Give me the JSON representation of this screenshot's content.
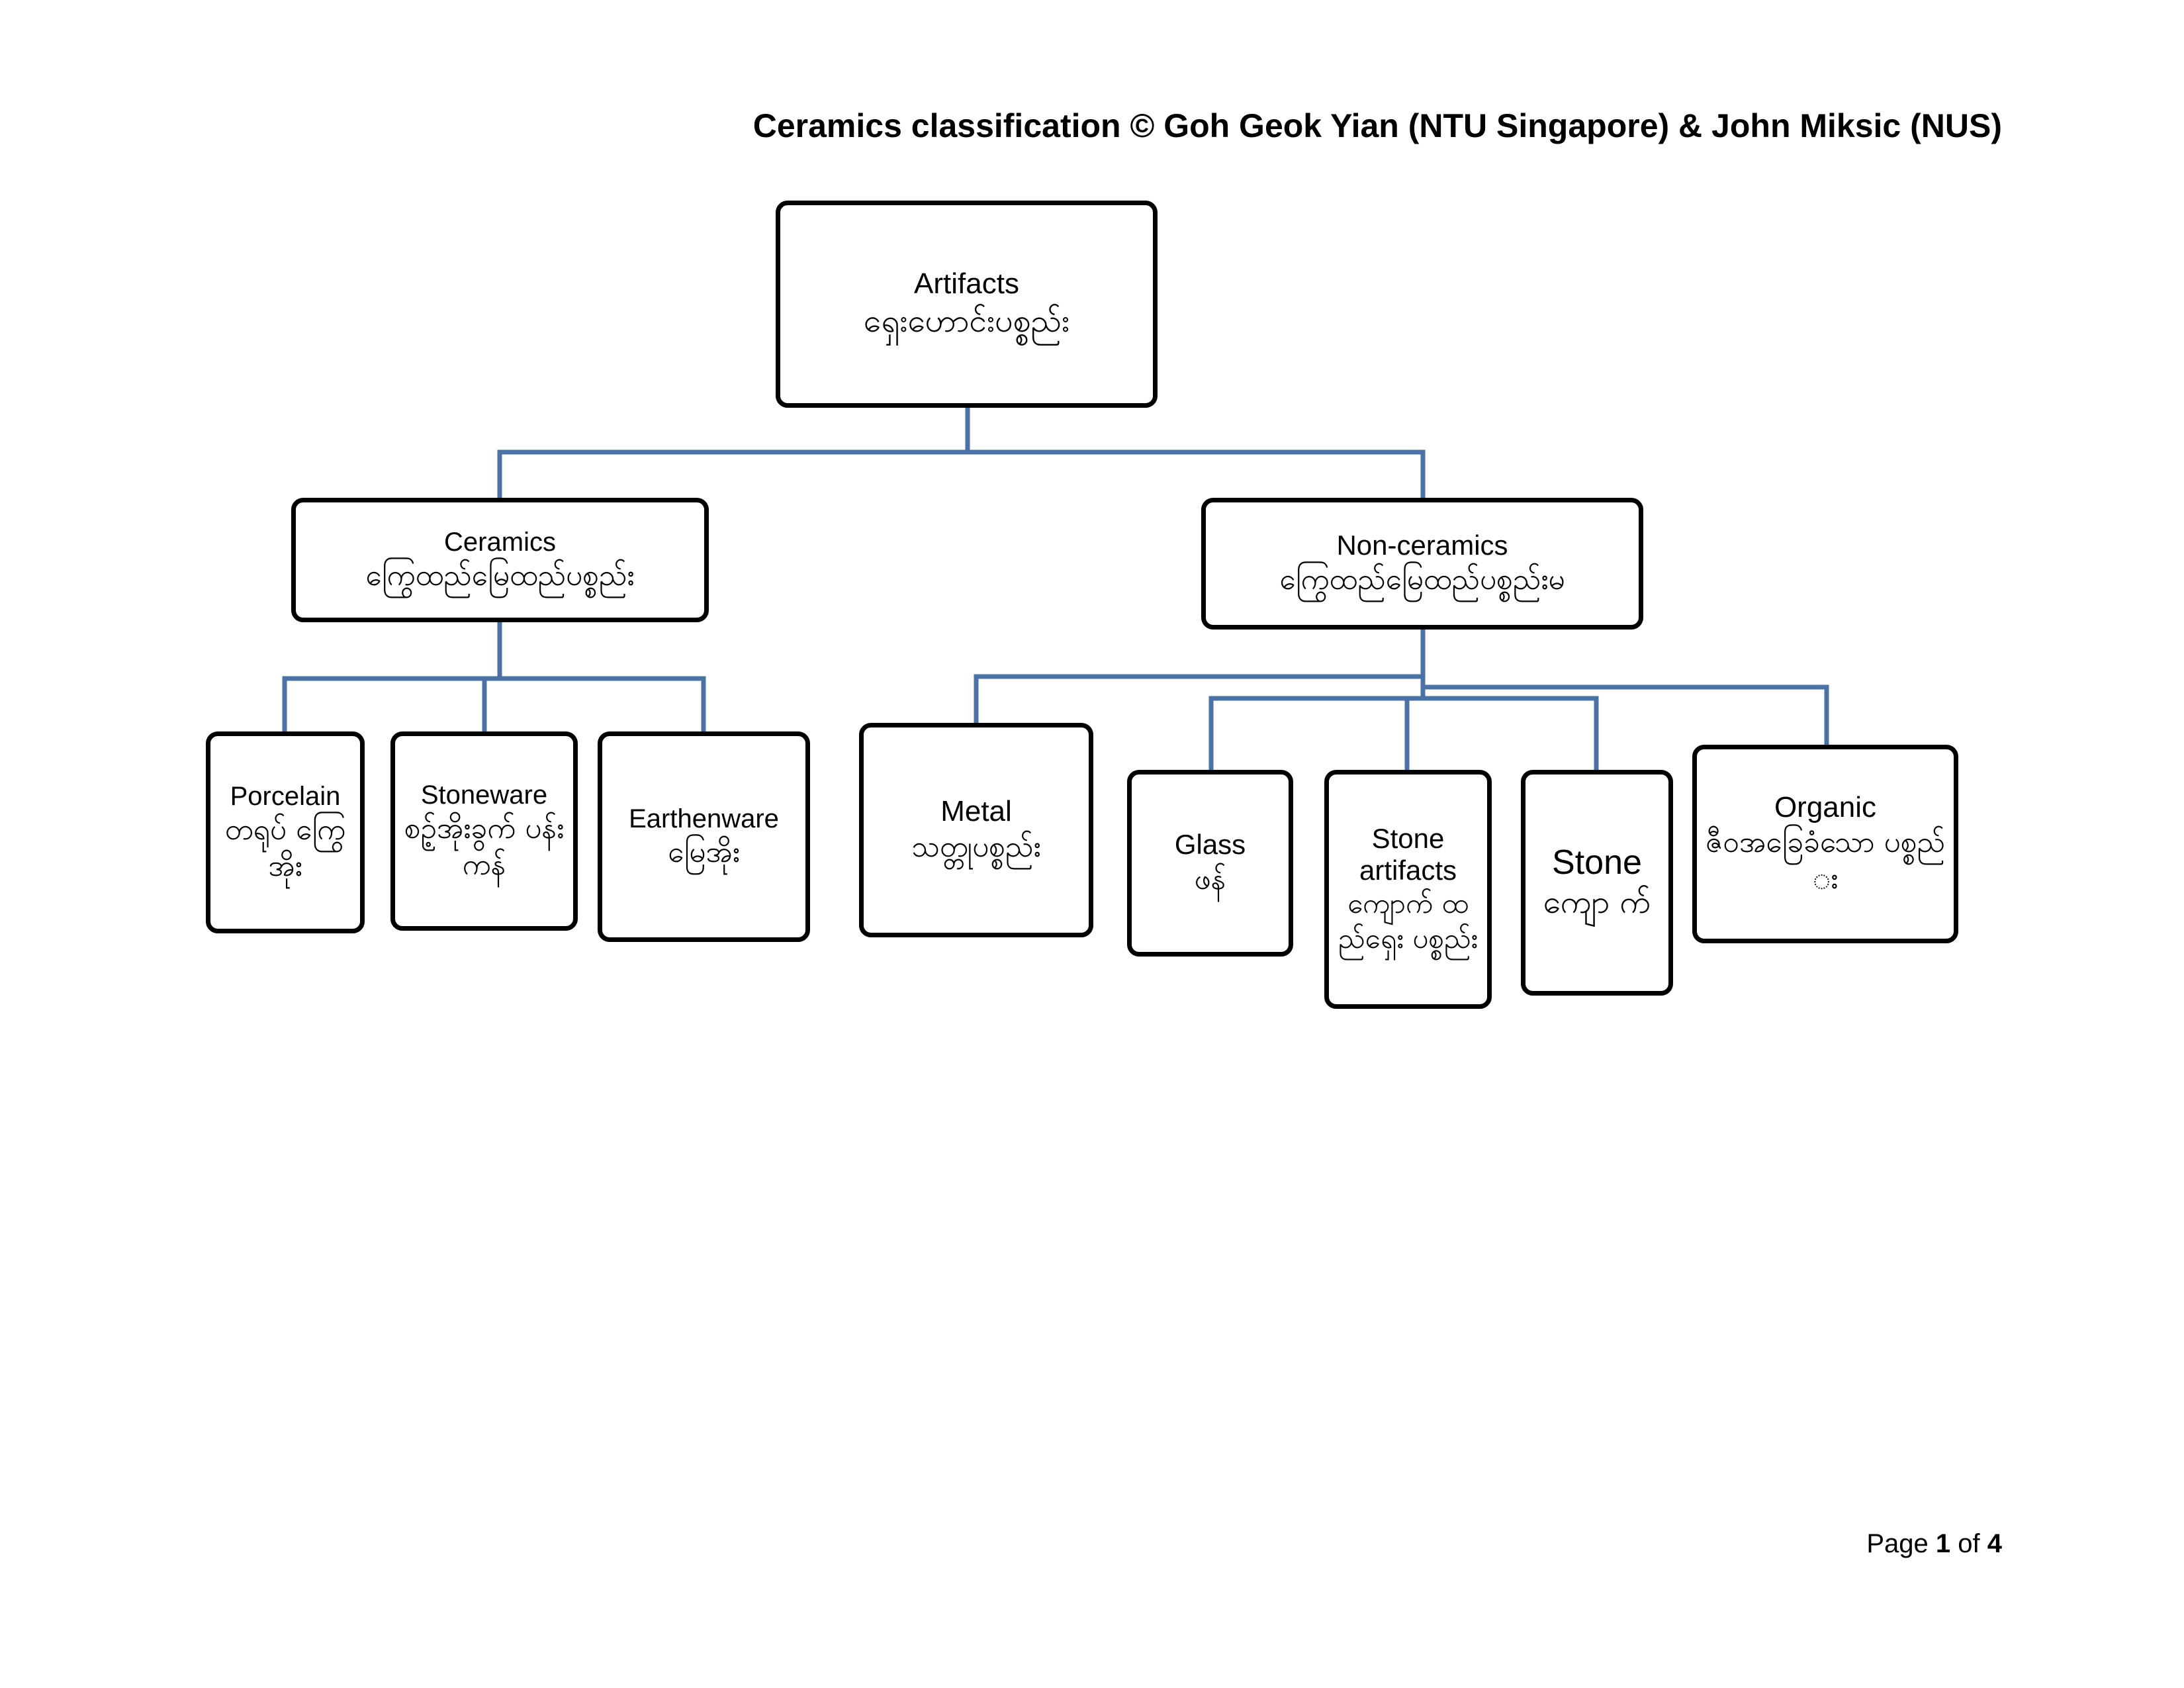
{
  "title": "Ceramics classification © Goh Geok Yian (NTU Singapore) & John Miksic (NUS)",
  "line_color": "#4a72a6",
  "nodes": {
    "artifacts": {
      "en": "Artifacts",
      "my": "ရှေးဟောင်းပစ္စည်း"
    },
    "ceramics": {
      "en": "Ceramics",
      "my": "ကြွေထည်မြေထည်ပစ္စည်း"
    },
    "non_ceramics": {
      "en": "Non-ceramics",
      "my": "ကြွေထည်မြေထည်ပစ္စည်းမ"
    },
    "porcelain": {
      "en": "Porcelain",
      "my": "တရုပ် ကြွေအိုး"
    },
    "stoneware": {
      "en": "Stoneware",
      "my": "စဥ့်အိုးခွက် ပန်းကန်"
    },
    "earthenware": {
      "en": "Earthenware",
      "my": "မြေအိုး"
    },
    "metal": {
      "en": "Metal",
      "my": "သတ္တုပစ္စည်း"
    },
    "glass": {
      "en": "Glass",
      "my": "ဖန်"
    },
    "stone_artifacts": {
      "en": "Stone artifacts",
      "my": "ကျောက် ထည်ရှေး ပစ္စည်း"
    },
    "stone": {
      "en": "Stone",
      "my": "ကျော က်"
    },
    "organic": {
      "en": "Organic",
      "my": "ဇီဝအခြေခံသော ပစ္စည်း"
    }
  },
  "footer": {
    "page_label": "Page",
    "page_current": "1",
    "of_label": "of",
    "page_total": "4"
  }
}
